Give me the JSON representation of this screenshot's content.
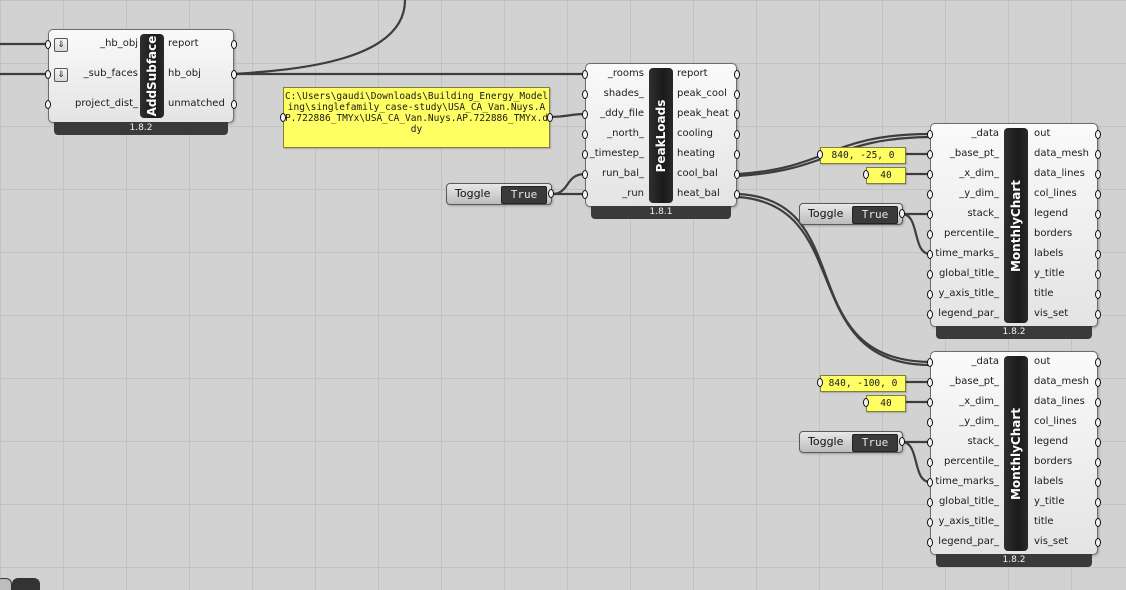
{
  "components": {
    "addsubface": {
      "title": "AddSubface",
      "version": "1.8.2",
      "inputs": [
        "_hb_obj",
        "_sub_faces",
        "project_dist_"
      ],
      "outputs": [
        "report",
        "hb_obj",
        "unmatched"
      ],
      "input_icons": [
        "down-arrow-icon",
        "down-arrow-icon",
        null
      ]
    },
    "peakloads": {
      "title": "PeakLoads",
      "version": "1.8.1",
      "inputs": [
        "_rooms",
        "shades_",
        "_ddy_file",
        "_north_",
        "_timestep_",
        "run_bal_",
        "_run"
      ],
      "outputs": [
        "report",
        "peak_cool",
        "peak_heat",
        "cooling",
        "heating",
        "cool_bal",
        "heat_bal"
      ]
    },
    "monthlychart_1": {
      "title": "MonthlyChart",
      "version": "1.8.2",
      "inputs": [
        "_data",
        "_base_pt_",
        "_x_dim_",
        "_y_dim_",
        "stack_",
        "percentile_",
        "time_marks_",
        "global_title_",
        "y_axis_title_",
        "legend_par_"
      ],
      "outputs": [
        "out",
        "data_mesh",
        "data_lines",
        "col_lines",
        "legend",
        "borders",
        "labels",
        "y_title",
        "title",
        "vis_set"
      ]
    },
    "monthlychart_2": {
      "title": "MonthlyChart",
      "version": "1.8.2",
      "inputs": [
        "_data",
        "_base_pt_",
        "_x_dim_",
        "_y_dim_",
        "stack_",
        "percentile_",
        "time_marks_",
        "global_title_",
        "y_axis_title_",
        "legend_par_"
      ],
      "outputs": [
        "out",
        "data_mesh",
        "data_lines",
        "col_lines",
        "legend",
        "borders",
        "labels",
        "y_title",
        "title",
        "vis_set"
      ]
    }
  },
  "panels": {
    "ddy_path": "C:\\Users\\gaudi\\Downloads\\Building_Energy_Modeling\\singlefamily_case-study\\USA_CA_Van.Nuys.AP.722886_TMYx\\USA_CA_Van.Nuys.AP.722886_TMYx.ddy",
    "base_pt_1": "840, -25, 0",
    "x_dim_1": "40",
    "base_pt_2": "840, -100, 0",
    "x_dim_2": "40"
  },
  "toggles": {
    "run": {
      "label": "Toggle",
      "value": "True"
    },
    "stack_1": {
      "label": "Toggle",
      "value": "True"
    },
    "stack_2": {
      "label": "Toggle",
      "value": "True"
    }
  },
  "colors": {
    "canvas": "#d2d2d2",
    "grid": "#c2c2c2",
    "panel": "#ffff64",
    "wire": "#3f3f3f",
    "component_bar": "#1f1f1f"
  }
}
